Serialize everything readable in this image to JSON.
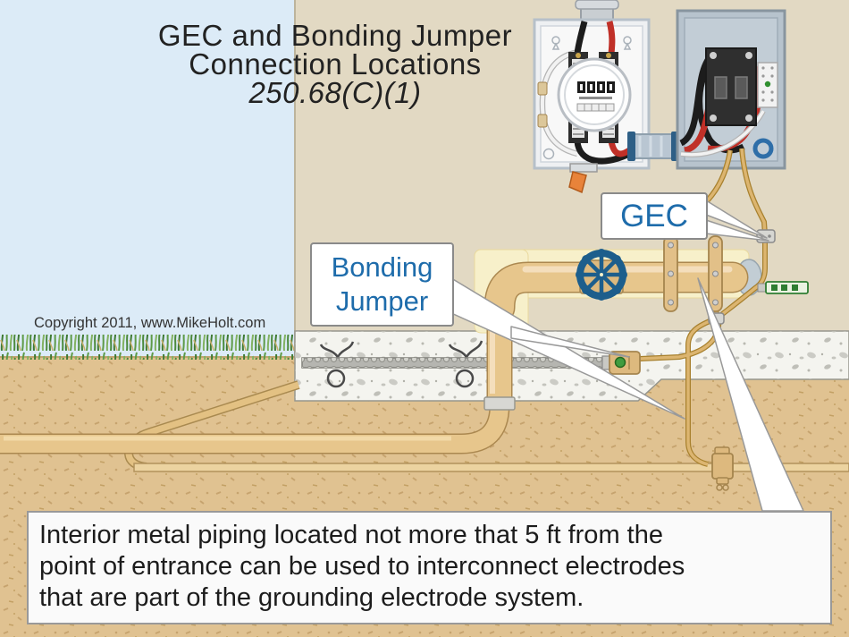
{
  "title": {
    "line1": "GEC and Bonding Jumper",
    "line2": "Connection Locations",
    "code_ref": "250.68(C)(1)"
  },
  "copyright": "Copyright 2011, www.MikeHolt.com",
  "callouts": {
    "gec": "GEC",
    "bonding_jumper_line1": "Bonding",
    "bonding_jumper_line2": "Jumper"
  },
  "note": {
    "line1": "Interior metal piping located not more that 5 ft from the",
    "line2": "point of entrance can be used to interconnect electrodes",
    "line3": "that are part of the grounding electrode system."
  },
  "icons": {
    "valve": "valve-handwheel-icon",
    "meter": "electric-meter-icon",
    "breaker": "circuit-breaker-icon"
  },
  "colors": {
    "sky": "#dcebf7",
    "wall": "#e2d9c3",
    "dirt": "#e0c291",
    "concrete": "#f4f4ef",
    "pipe": "#e7c68c",
    "pipe_edge": "#ab8850",
    "highlight_zone": "#f9f2cb",
    "valve_blue": "#1d5e8c",
    "wire_copper": "#c79a4e",
    "wire_red": "#c03028",
    "wire_black": "#1c1c1c",
    "panel_blue": "#b7c3cd",
    "green_screw": "#3f9c3f",
    "orange_tag": "#e8833a",
    "callout_bg": "#ffffff",
    "callout_border": "#8a8a8a",
    "callout_text": "#1e6cab",
    "title_text": "#222222",
    "note_bg": "#fafafa",
    "note_border": "#999999",
    "note_text": "#1c1c1c"
  }
}
